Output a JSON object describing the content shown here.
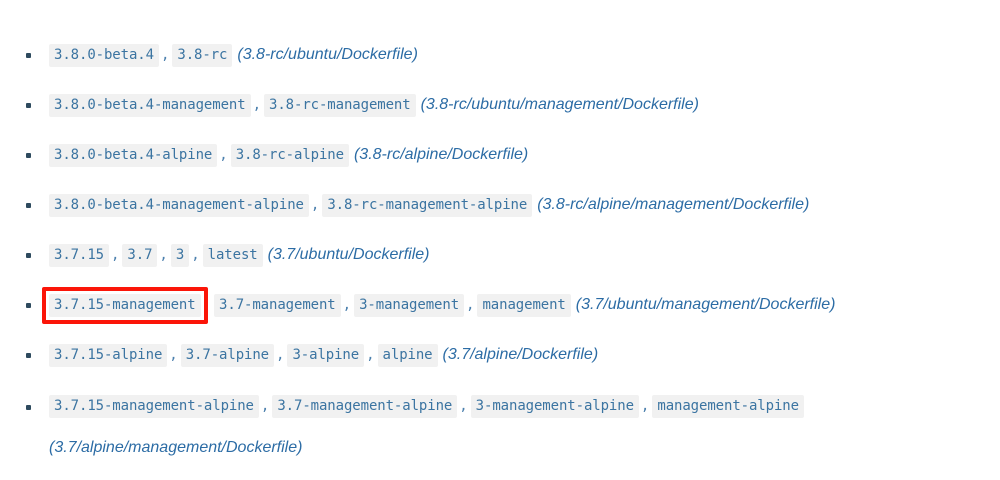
{
  "page": {
    "type": "docker-tag-list",
    "background_color": "#ffffff",
    "code_text_color": "#3b74a1",
    "code_background_color": "#f1f1f1",
    "path_text_color": "#2c6ca5",
    "bullet_color": "#2d4a5e",
    "highlight_color": "#fb1508"
  },
  "separator": ",",
  "rows": [
    {
      "id": "row-rc-ubuntu",
      "tags": [
        "3.8.0-beta.4",
        "3.8-rc"
      ],
      "path": "(3.8-rc/ubuntu/Dockerfile)",
      "highlighted": false,
      "wrapped": false
    },
    {
      "id": "row-rc-ubuntu-management",
      "tags": [
        "3.8.0-beta.4-management",
        "3.8-rc-management"
      ],
      "path": "(3.8-rc/ubuntu/management/Dockerfile)",
      "highlighted": false,
      "wrapped": false
    },
    {
      "id": "row-rc-alpine",
      "tags": [
        "3.8.0-beta.4-alpine",
        "3.8-rc-alpine"
      ],
      "path": "(3.8-rc/alpine/Dockerfile)",
      "highlighted": false,
      "wrapped": false
    },
    {
      "id": "row-rc-alpine-management",
      "tags": [
        "3.8.0-beta.4-management-alpine",
        "3.8-rc-management-alpine"
      ],
      "path": "(3.8-rc/alpine/management/Dockerfile)",
      "highlighted": false,
      "wrapped": false
    },
    {
      "id": "row-stable-ubuntu",
      "tags": [
        "3.7.15",
        "3.7",
        "3",
        "latest"
      ],
      "path": "(3.7/ubuntu/Dockerfile)",
      "highlighted": false,
      "wrapped": false
    },
    {
      "id": "row-stable-ubuntu-management",
      "tags": [
        "3.7.15-management",
        "3.7-management",
        "3-management",
        "management"
      ],
      "path": "(3.7/ubuntu/management/Dockerfile)",
      "highlighted": true,
      "wrapped": false
    },
    {
      "id": "row-stable-alpine",
      "tags": [
        "3.7.15-alpine",
        "3.7-alpine",
        "3-alpine",
        "alpine"
      ],
      "path": "(3.7/alpine/Dockerfile)",
      "highlighted": false,
      "wrapped": false
    },
    {
      "id": "row-stable-alpine-management",
      "tags": [
        "3.7.15-management-alpine",
        "3.7-management-alpine",
        "3-management-alpine",
        "management-alpine"
      ],
      "path": "(3.7/alpine/management/Dockerfile)",
      "highlighted": false,
      "wrapped": true
    }
  ]
}
